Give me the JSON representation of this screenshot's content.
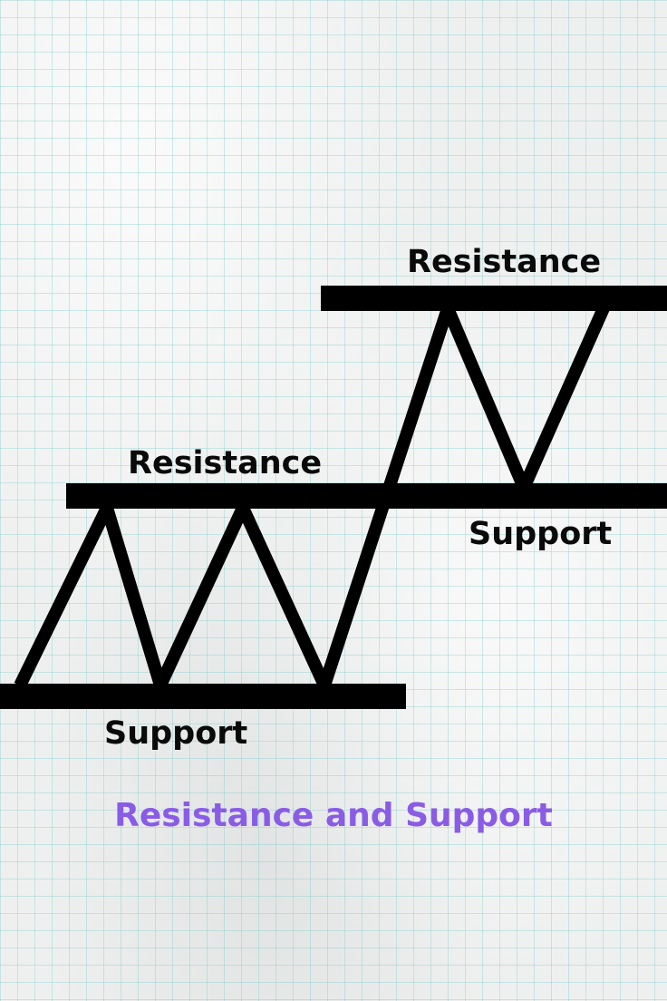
{
  "labels": {
    "resistance_upper": "Resistance",
    "resistance_lower": "Resistance",
    "support_upper": "Support",
    "support_lower": "Support"
  },
  "caption": "Resistance and Support",
  "colors": {
    "lines": "#000000",
    "caption": "#8a5ce6",
    "paper": "#eef0ef",
    "grid": "#78c8c8"
  }
}
